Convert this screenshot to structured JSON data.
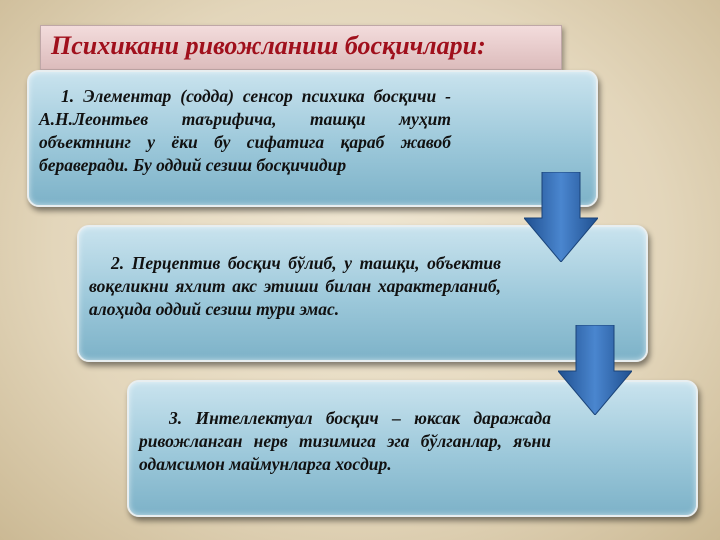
{
  "title": "Психикани ривожланиш босқичлари:",
  "stages": [
    {
      "text": "1. Элементар (содда) сенсор психика босқичи - А.Н.Леонтьев таърифича, ташқи муҳит объектнинг у ёки бу сифатига қараб жавоб бераверади. Бу оддий сезиш босқичидир"
    },
    {
      "text": "2. Перцептив  босқич бўлиб, у ташқи, объектив воқеликни яхлит   акс этиши билан характерланиб, алоҳида оддий сезиш тури эмас."
    },
    {
      "text": "3. Интеллектуал босқич – юксак даражада ривожланган нерв тизимига эга бўлганлар, яъни одамсимон маймунларга хосдир."
    }
  ],
  "colors": {
    "title": "#a0101c",
    "arrow": "#2f6db5",
    "box": "#9cc8da"
  }
}
